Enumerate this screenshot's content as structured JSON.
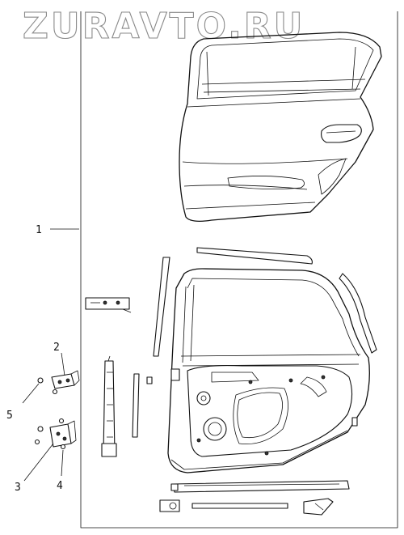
{
  "watermark": {
    "text": "ZURAVTO.RU"
  },
  "callouts": [
    {
      "id": "1",
      "label": "1"
    },
    {
      "id": "2",
      "label": "2"
    },
    {
      "id": "3",
      "label": "3"
    },
    {
      "id": "4",
      "label": "4"
    },
    {
      "id": "5",
      "label": "5"
    }
  ]
}
